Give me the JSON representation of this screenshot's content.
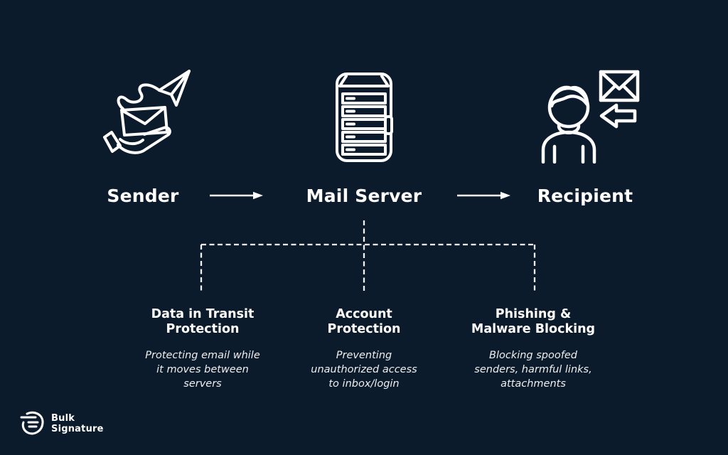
{
  "page": {
    "background_color": "#0c1b2c",
    "text_color": "#ffffff"
  },
  "flow": {
    "nodes": [
      {
        "label": "Sender",
        "icon": "hand-sending-email-icon"
      },
      {
        "label": "Mail Server",
        "icon": "mail-server-icon"
      },
      {
        "label": "Recipient",
        "icon": "person-receiving-email-icon"
      }
    ]
  },
  "protections": [
    {
      "title_line1": "Data in Transit",
      "title_line2": "Protection",
      "desc_line1": "Protecting email while",
      "desc_line2": "it moves between",
      "desc_line3": "servers"
    },
    {
      "title_line1": "Account",
      "title_line2": "Protection",
      "desc_line1": "Preventing",
      "desc_line2": "unauthorized access",
      "desc_line3": "to inbox/login"
    },
    {
      "title_line1": "Phishing &",
      "title_line2": "Malware Blocking",
      "desc_line1": "Blocking spoofed",
      "desc_line2": "senders, harmful links,",
      "desc_line3": "attachments"
    }
  ],
  "logo": {
    "name_line1": "Bulk",
    "name_line2": "Signature"
  }
}
